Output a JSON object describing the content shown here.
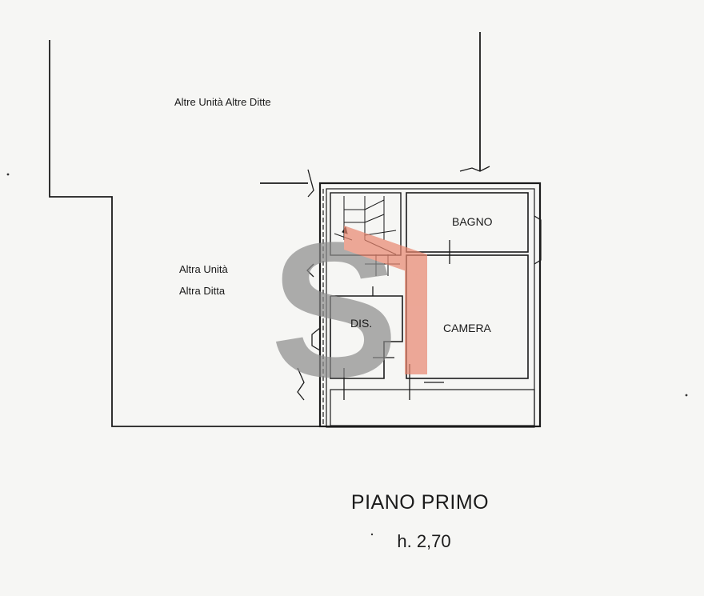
{
  "plan": {
    "labels": {
      "neighbors_top": "Altre Unità Altre Ditte",
      "neighbor_left_line1": "Altra Unità",
      "neighbor_left_line2": "Altra Ditta",
      "bagno": "BAGNO",
      "camera": "CAMERA",
      "dis": "DIS."
    },
    "title": "PIANO PRIMO",
    "height": "h. 2,70",
    "watermark": {
      "text": "SI",
      "color_s": "#8c8c8c",
      "color_i": "#e8866f"
    }
  }
}
